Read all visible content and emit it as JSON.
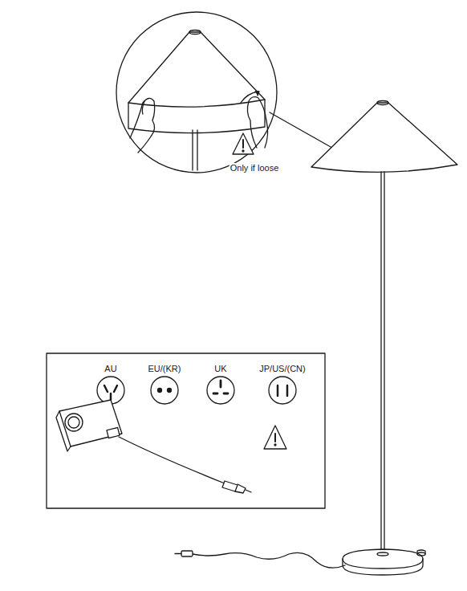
{
  "diagram": {
    "labels": [
      "Only if loose",
      "AU",
      "EU/(KR)",
      "UK",
      "JP/US/(CN)"
    ]
  }
}
